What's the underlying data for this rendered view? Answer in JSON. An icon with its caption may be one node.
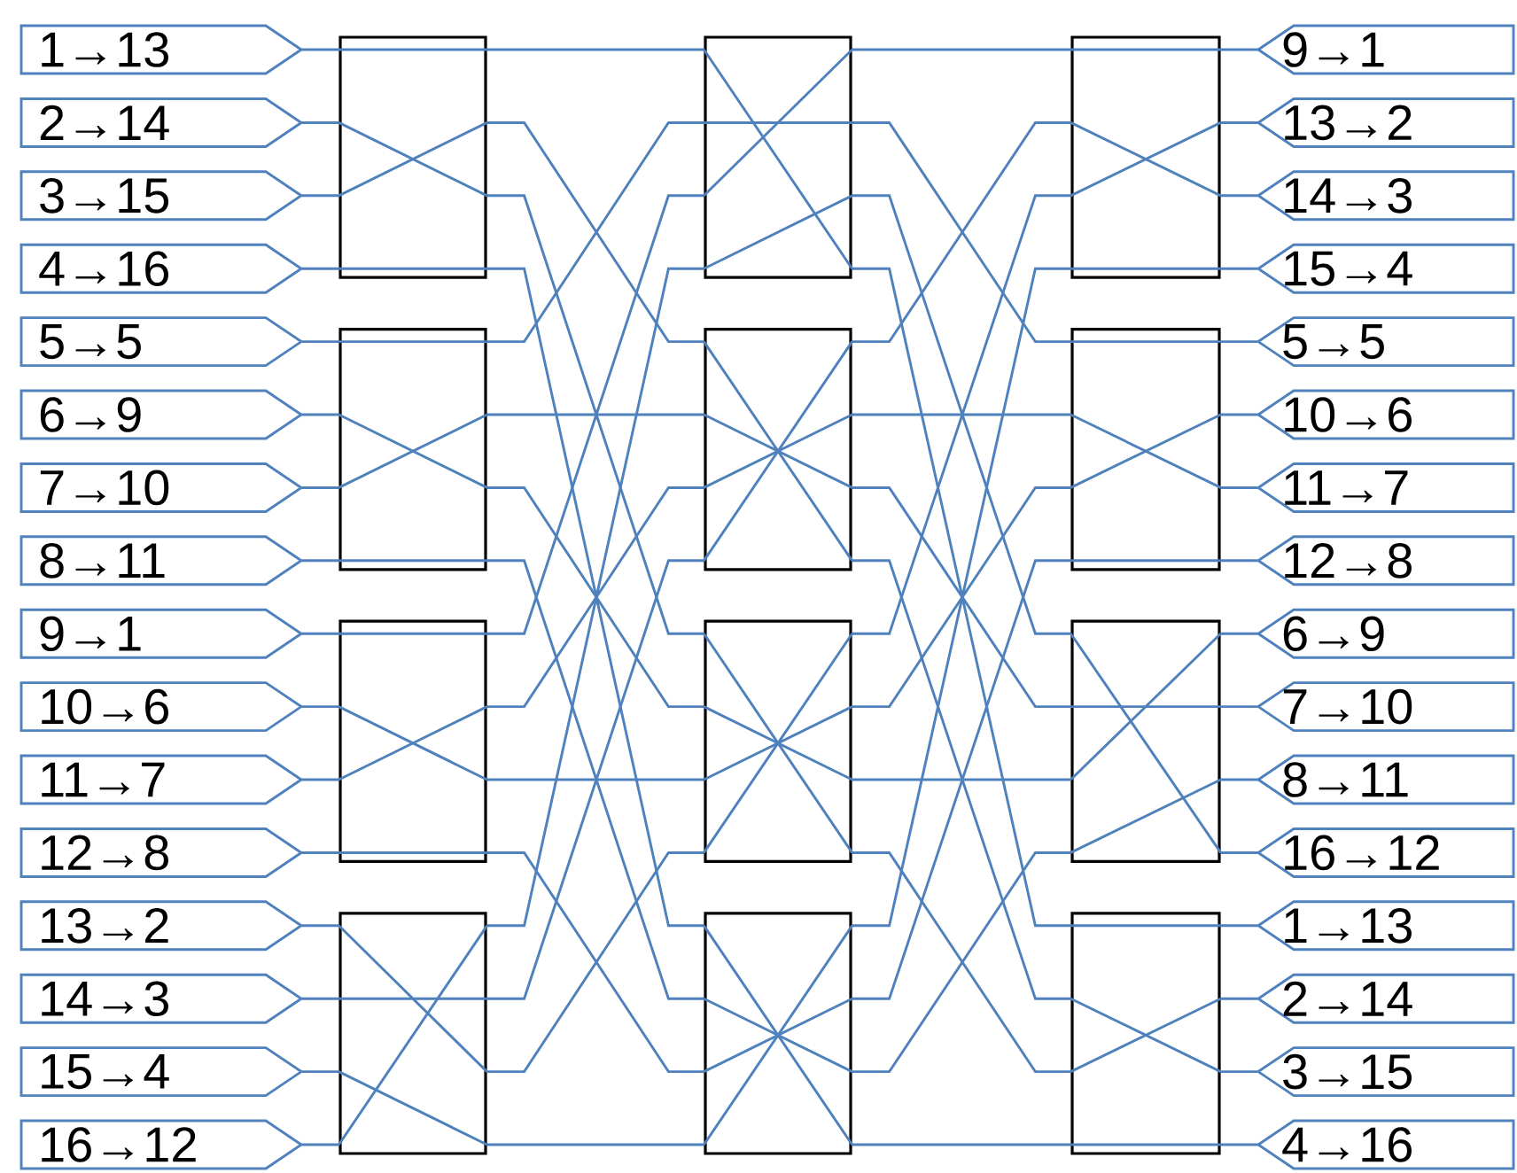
{
  "diagram": {
    "nodes": [
      {
        "text": [
          "1→13"
        ]
      },
      {
        "text": [
          "2→14"
        ]
      },
      {
        "text": [
          "3→15"
        ]
      },
      {
        "text": [
          "4→16"
        ]
      },
      {
        "text": [
          "5→5"
        ]
      },
      {
        "text": [
          "6→9"
        ]
      },
      {
        "text": [
          "7→10"
        ]
      },
      {
        "text": [
          "8→11"
        ]
      },
      {
        "text": [
          "9→1"
        ]
      },
      {
        "text": [
          "10→6"
        ]
      },
      {
        "text": [
          "11→7"
        ]
      },
      {
        "text": [
          "12→8"
        ]
      },
      {
        "text": [
          "13→2"
        ]
      },
      {
        "text": [
          "14→3"
        ]
      },
      {
        "text": [
          "15→4"
        ]
      },
      {
        "text": [
          "16→12"
        ]
      },
      {
        "text": [],
        "shape": "box"
      },
      {
        "text": [],
        "shape": "box"
      },
      {
        "text": [],
        "shape": "box"
      },
      {
        "text": [],
        "shape": "box"
      },
      {
        "text": [],
        "shape": "box"
      },
      {
        "text": [],
        "shape": "box"
      },
      {
        "text": [],
        "shape": "box"
      },
      {
        "text": [],
        "shape": "box"
      },
      {
        "text": [],
        "shape": "box"
      },
      {
        "text": [],
        "shape": "box"
      },
      {
        "text": [],
        "shape": "box"
      },
      {
        "text": [],
        "shape": "box"
      },
      {
        "text": [
          "9→1"
        ]
      },
      {
        "text": [
          "13→2"
        ]
      },
      {
        "text": [
          "14→3"
        ]
      },
      {
        "text": [
          "15→4"
        ]
      },
      {
        "text": [
          "5→5"
        ]
      },
      {
        "text": [
          "10→6"
        ]
      },
      {
        "text": [
          "11→7"
        ]
      },
      {
        "text": [
          "12→8"
        ]
      },
      {
        "text": [
          "6→9"
        ]
      },
      {
        "text": [
          "7→10"
        ]
      },
      {
        "text": [
          "8→11"
        ]
      },
      {
        "text": [
          "16→12"
        ]
      },
      {
        "text": [
          "1→13"
        ]
      },
      {
        "text": [
          "2→14"
        ]
      },
      {
        "text": [
          "3→15"
        ]
      },
      {
        "text": [
          "4→16"
        ]
      }
    ],
    "edges": [
      {
        "from": 0,
        "to": 16,
        "arrow": "none"
      },
      {
        "from": 1,
        "to": 16,
        "arrow": "none"
      },
      {
        "from": 2,
        "to": 16,
        "arrow": "none"
      },
      {
        "from": 3,
        "to": 16,
        "arrow": "none"
      },
      {
        "from": 4,
        "to": 17,
        "arrow": "none"
      },
      {
        "from": 5,
        "to": 17,
        "arrow": "none"
      },
      {
        "from": 6,
        "to": 17,
        "arrow": "none"
      },
      {
        "from": 7,
        "to": 17,
        "arrow": "none"
      },
      {
        "from": 8,
        "to": 18,
        "arrow": "none"
      },
      {
        "from": 9,
        "to": 18,
        "arrow": "none"
      },
      {
        "from": 10,
        "to": 18,
        "arrow": "none"
      },
      {
        "from": 11,
        "to": 18,
        "arrow": "none"
      },
      {
        "from": 12,
        "to": 19,
        "arrow": "none"
      },
      {
        "from": 13,
        "to": 19,
        "arrow": "none"
      },
      {
        "from": 14,
        "to": 19,
        "arrow": "none"
      },
      {
        "from": 15,
        "to": 19,
        "arrow": "none"
      },
      {
        "from": 16,
        "to": 20,
        "arrow": "none"
      },
      {
        "from": 16,
        "to": 21,
        "arrow": "none"
      },
      {
        "from": 16,
        "to": 22,
        "arrow": "none"
      },
      {
        "from": 16,
        "to": 23,
        "arrow": "none"
      },
      {
        "from": 17,
        "to": 20,
        "arrow": "none"
      },
      {
        "from": 17,
        "to": 21,
        "arrow": "none"
      },
      {
        "from": 17,
        "to": 22,
        "arrow": "none"
      },
      {
        "from": 17,
        "to": 23,
        "arrow": "none"
      },
      {
        "from": 18,
        "to": 20,
        "arrow": "none"
      },
      {
        "from": 18,
        "to": 21,
        "arrow": "none"
      },
      {
        "from": 18,
        "to": 22,
        "arrow": "none"
      },
      {
        "from": 18,
        "to": 23,
        "arrow": "none"
      },
      {
        "from": 19,
        "to": 20,
        "arrow": "none"
      },
      {
        "from": 19,
        "to": 21,
        "arrow": "none"
      },
      {
        "from": 19,
        "to": 22,
        "arrow": "none"
      },
      {
        "from": 19,
        "to": 23,
        "arrow": "none"
      },
      {
        "from": 20,
        "to": 24,
        "arrow": "none"
      },
      {
        "from": 20,
        "to": 25,
        "arrow": "none"
      },
      {
        "from": 20,
        "to": 26,
        "arrow": "none"
      },
      {
        "from": 20,
        "to": 27,
        "arrow": "none"
      },
      {
        "from": 21,
        "to": 24,
        "arrow": "none"
      },
      {
        "from": 21,
        "to": 25,
        "arrow": "none"
      },
      {
        "from": 21,
        "to": 26,
        "arrow": "none"
      },
      {
        "from": 21,
        "to": 27,
        "arrow": "none"
      },
      {
        "from": 22,
        "to": 24,
        "arrow": "none"
      },
      {
        "from": 22,
        "to": 25,
        "arrow": "none"
      },
      {
        "from": 22,
        "to": 26,
        "arrow": "none"
      },
      {
        "from": 22,
        "to": 27,
        "arrow": "none"
      },
      {
        "from": 23,
        "to": 24,
        "arrow": "none"
      },
      {
        "from": 23,
        "to": 25,
        "arrow": "none"
      },
      {
        "from": 23,
        "to": 26,
        "arrow": "none"
      },
      {
        "from": 23,
        "to": 27,
        "arrow": "none"
      },
      {
        "from": 24,
        "to": 28,
        "arrow": "none"
      },
      {
        "from": 24,
        "to": 29,
        "arrow": "none"
      },
      {
        "from": 24,
        "to": 30,
        "arrow": "none"
      },
      {
        "from": 24,
        "to": 31,
        "arrow": "none"
      },
      {
        "from": 25,
        "to": 32,
        "arrow": "none"
      },
      {
        "from": 25,
        "to": 33,
        "arrow": "none"
      },
      {
        "from": 25,
        "to": 34,
        "arrow": "none"
      },
      {
        "from": 25,
        "to": 35,
        "arrow": "none"
      },
      {
        "from": 26,
        "to": 36,
        "arrow": "none"
      },
      {
        "from": 26,
        "to": 37,
        "arrow": "none"
      },
      {
        "from": 26,
        "to": 38,
        "arrow": "none"
      },
      {
        "from": 26,
        "to": 39,
        "arrow": "none"
      },
      {
        "from": 27,
        "to": 40,
        "arrow": "none"
      },
      {
        "from": 27,
        "to": 41,
        "arrow": "none"
      },
      {
        "from": 27,
        "to": 42,
        "arrow": "none"
      },
      {
        "from": 27,
        "to": 43,
        "arrow": "none"
      }
    ]
  }
}
